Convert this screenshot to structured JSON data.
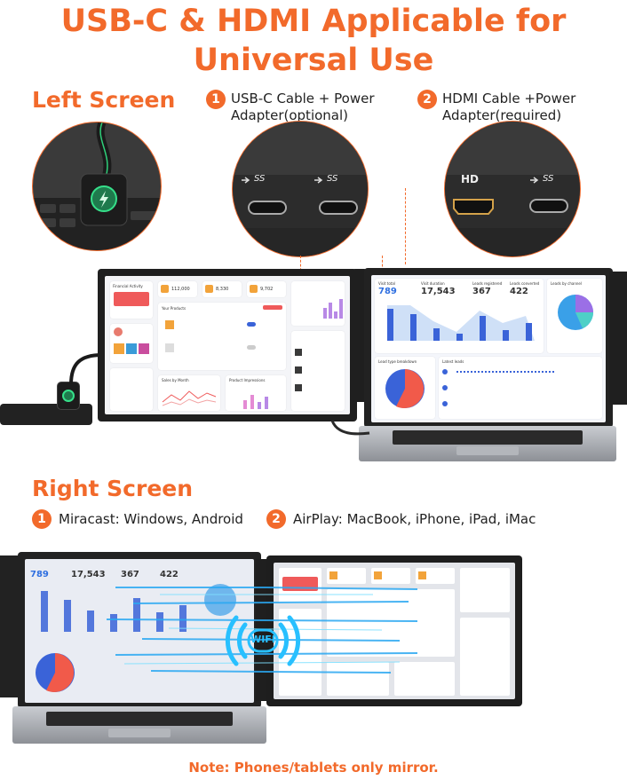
{
  "headline": {
    "line1": "USB-C & HDMI Applicable for",
    "line2": "Universal Use"
  },
  "left_section": {
    "title": "Left Screen",
    "options": [
      {
        "number": "1",
        "line1": "USB-C Cable + Power",
        "line2": "Adapter(optional)"
      },
      {
        "number": "2",
        "line1": "HDMI Cable +Power",
        "line2": "Adapter(required)"
      }
    ],
    "port_labels": {
      "usb_ss_1": "SS",
      "usb_ss_2": "SS",
      "hd": "HD",
      "usb_ss_3": "SS"
    }
  },
  "right_section": {
    "title": "Right Screen",
    "options": [
      {
        "number": "1",
        "text": "Miracast: Windows, Android"
      },
      {
        "number": "2",
        "text": "AirPlay: MacBook, iPhone, iPad, iMac"
      }
    ],
    "wifi_label": "WIFI"
  },
  "dashboard_left": {
    "title": "Financial Activity",
    "stats": [
      "112,000",
      "8,330",
      "9,702"
    ],
    "section_products": "Your Products",
    "section_sales": "Sales by Month",
    "section_impressions": "Product Impressions"
  },
  "dashboard_right": {
    "stats": [
      {
        "label": "Visit total",
        "value": "789"
      },
      {
        "label": "Visit duration",
        "value": "17,543"
      },
      {
        "label": "Leads registered",
        "value": "367"
      },
      {
        "label": "Leads converted",
        "value": "422"
      }
    ],
    "leads_by_channel": "Leads by channel",
    "lead_type_breakdown": "Lead type breakdown",
    "latest_leads": "Latest leads"
  },
  "note": "Note: Phones/tablets only mirror.",
  "colors": {
    "accent": "#f26a2b",
    "chart_blue": "#3a63d8",
    "chart_purple": "#b889e6",
    "pie_red": "#f15a4a"
  }
}
